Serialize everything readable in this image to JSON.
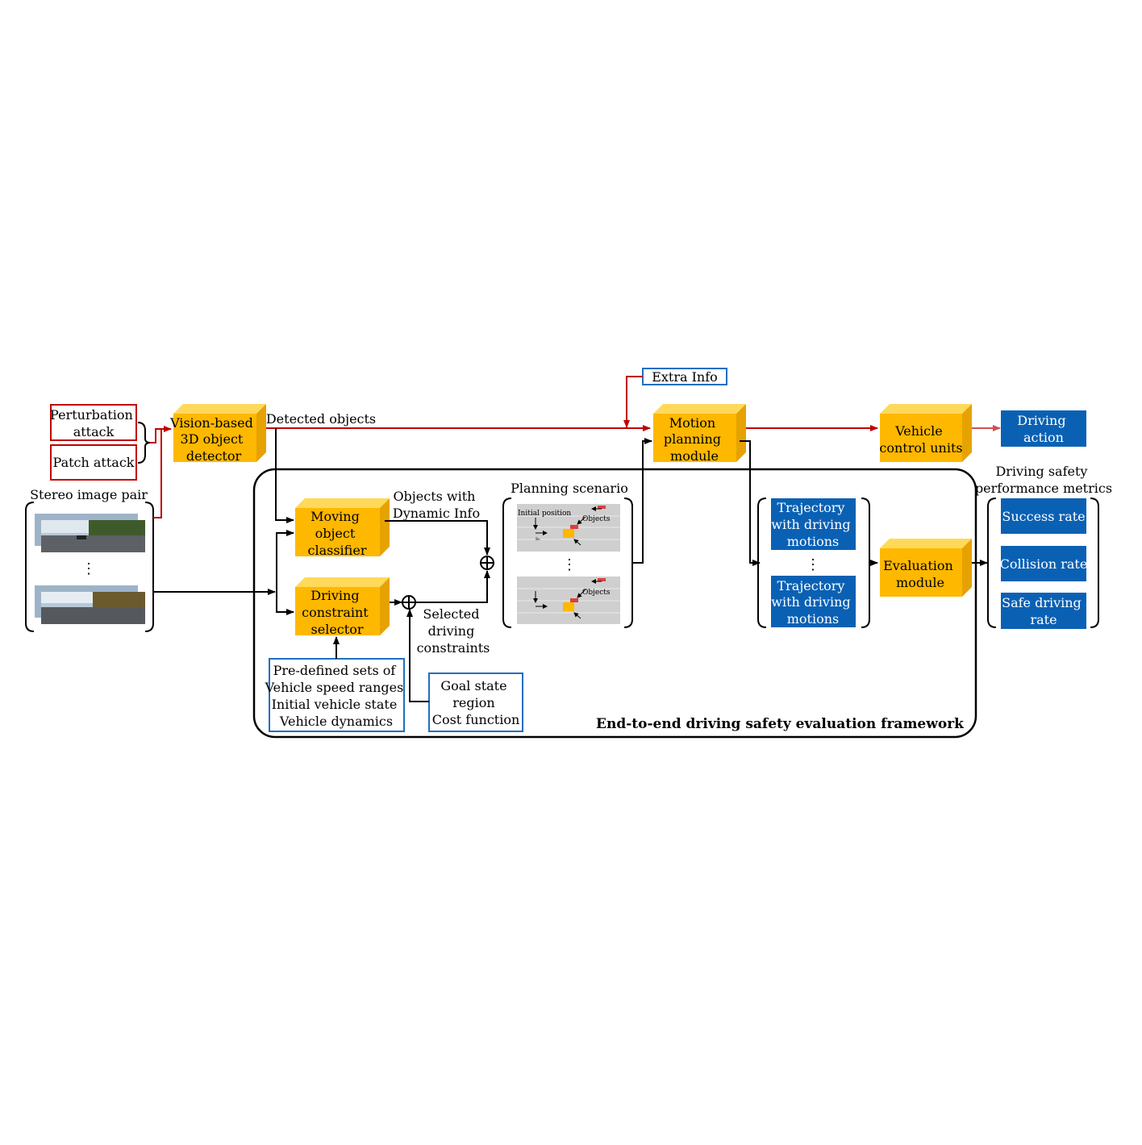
{
  "inputs": {
    "perturbation_attack": [
      "Perturbation",
      "attack"
    ],
    "patch_attack": "Patch attack",
    "stereo_label": "Stereo image pair",
    "ellipsis": "⋮"
  },
  "blocks": {
    "detector": [
      "Vision-based",
      "3D object",
      "detector"
    ],
    "moving_classifier": [
      "Moving",
      "object",
      "classifier"
    ],
    "constraint_selector": [
      "Driving",
      "constraint",
      "selector"
    ],
    "motion_planning": [
      "Motion",
      "planning",
      "module"
    ],
    "vehicle_control": [
      "Vehicle",
      "control units"
    ],
    "evaluation": [
      "Evaluation",
      "module"
    ]
  },
  "labels": {
    "detected_objects": "Detected objects",
    "objects_dynamic": [
      "Objects with",
      "Dynamic Info"
    ],
    "selected_constraints": [
      "Selected",
      "driving",
      "constraints"
    ],
    "planning_scenario": "Planning scenario",
    "initial_position": "Initial position",
    "objects": "Objects",
    "s0": "s₀",
    "extra_info": "Extra Info",
    "metrics_title": [
      "Driving safety",
      "performance metrics"
    ],
    "framework_title": "End-to-end driving safety evaluation framework"
  },
  "info_boxes": {
    "predefined": [
      "Pre-defined sets of",
      "Vehicle speed ranges",
      "Initial vehicle state",
      "Vehicle dynamics"
    ],
    "goal": [
      "Goal state",
      "region",
      "Cost function"
    ]
  },
  "outputs": {
    "trajectory": [
      "Trajectory",
      "with driving",
      "motions"
    ],
    "driving_action": [
      "Driving",
      "action"
    ],
    "metrics": [
      [
        "Success rate"
      ],
      [
        "Collision rate"
      ],
      [
        "Safe driving",
        "rate"
      ]
    ]
  },
  "colors": {
    "block_front": "#FFB800",
    "block_top": "#FFD95A",
    "block_side": "#E6A200",
    "blue_box": "#0A61B4",
    "attack_red": "#C00000",
    "info_blue": "#1F6FC0"
  }
}
